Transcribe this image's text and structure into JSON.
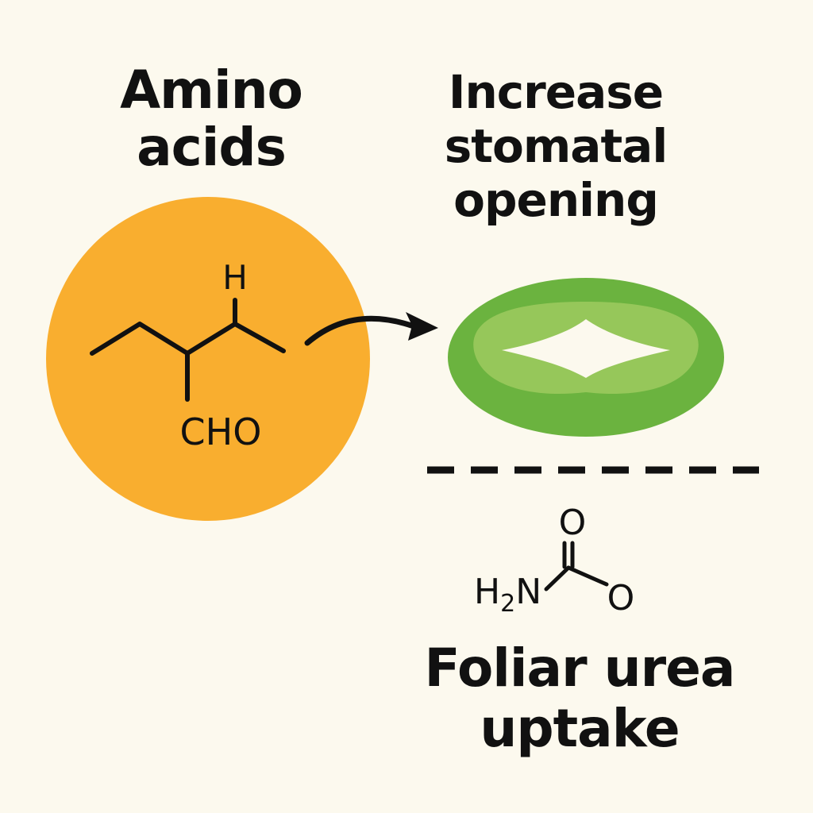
{
  "colors": {
    "background": "#FCF9EE",
    "amino_circle": "#F9AE2F",
    "stomata_outer": "#6BB33F",
    "stomata_inner": "#96C75A",
    "ink": "#111111"
  },
  "amino_acids": {
    "title_line1": "Amino",
    "title_line2": "acids",
    "atom_h": "H",
    "group_cho": "CHO"
  },
  "stomatal": {
    "title_line1": "Increase",
    "title_line2": "stomatal",
    "title_line3": "opening"
  },
  "urea": {
    "atom_o_top": "O",
    "atom_o_right": "O",
    "group_h2n_h": "H",
    "group_h2n_sub": "2",
    "group_h2n_n": "N",
    "title_line1": "Foliar urea",
    "title_line2": "uptake"
  }
}
